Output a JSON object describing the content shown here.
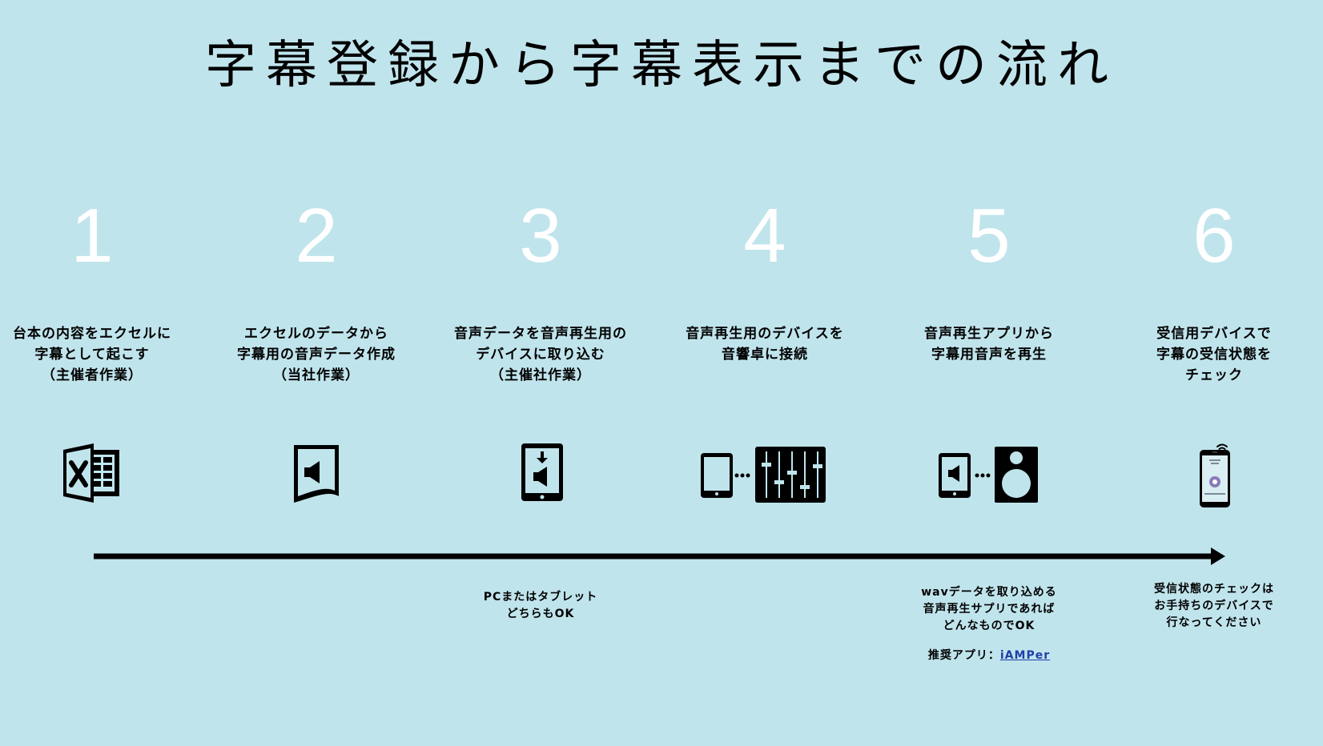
{
  "title": "字幕登録から字幕表示までの流れ",
  "steps": [
    {
      "number": "1",
      "lines": [
        "台本の内容をエクセルに",
        "字幕として起こす",
        "（主催者作業）"
      ],
      "icon": "excel-icon"
    },
    {
      "number": "2",
      "lines": [
        "エクセルのデータから",
        "字幕用の音声データ作成",
        "（当社作業）"
      ],
      "icon": "audio-file-icon"
    },
    {
      "number": "3",
      "lines": [
        "音声データを音声再生用の",
        "デバイスに取り込む",
        "（主催社作業）"
      ],
      "icon": "tablet-download-icon"
    },
    {
      "number": "4",
      "lines": [
        "音声再生用のデバイスを",
        "音響卓に接続"
      ],
      "icon": "tablet-mixer-icon"
    },
    {
      "number": "5",
      "lines": [
        "音声再生アプリから",
        "字幕用音声を再生"
      ],
      "icon": "tablet-speaker-icon"
    },
    {
      "number": "6",
      "lines": [
        "受信用デバイスで",
        "字幕の受信状態を",
        "チェック"
      ],
      "icon": "smartphone-icon"
    }
  ],
  "notes": {
    "step3": [
      "PCまたはタブレット",
      "どちらもOK"
    ],
    "step5": [
      "wavデータを取り込める",
      "音声再生サプリであれば",
      "どんなものでOK"
    ],
    "step5_recommend_label": "推奨アプリ：",
    "step5_recommend_link": "iAMPer",
    "step6": [
      "受信状態のチェックは",
      "お手持ちのデバイスで",
      "行なってください"
    ]
  },
  "colors": {
    "background": "#c0e4ec",
    "number": "#ffffff",
    "link": "#1f3fa8"
  }
}
